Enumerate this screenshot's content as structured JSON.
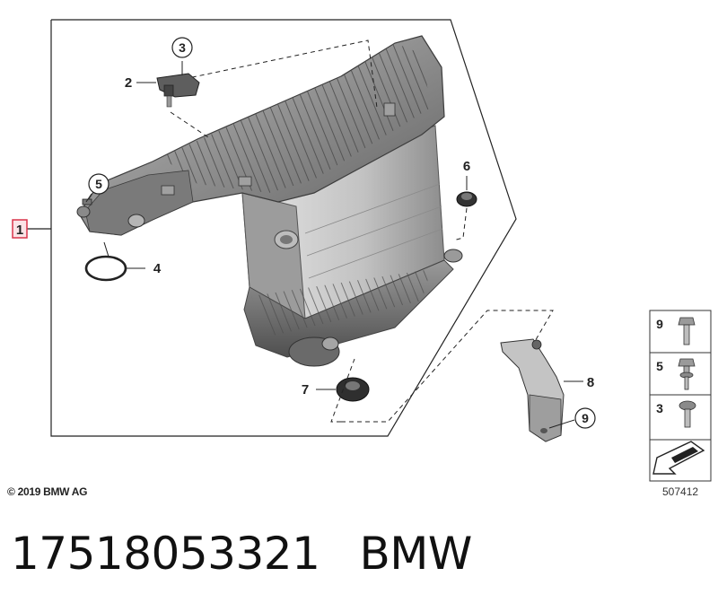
{
  "diagram": {
    "callouts": {
      "c1": "1",
      "c2": "2",
      "c3": "3",
      "c4": "4",
      "c5": "5",
      "c6": "6",
      "c7": "7",
      "c8": "8",
      "c9": "9"
    },
    "fastener_panel": {
      "rows": [
        "9",
        "5",
        "3"
      ]
    },
    "copyright": "© 2019 BMW AG",
    "diagram_number": "507412"
  },
  "footer": {
    "part_number": "17518053321",
    "brand": "BMW"
  },
  "colors": {
    "highlight_box": "#d9344a",
    "line": "#222222",
    "part_light": "#c9c9c9",
    "part_dark": "#6e6e6e"
  }
}
